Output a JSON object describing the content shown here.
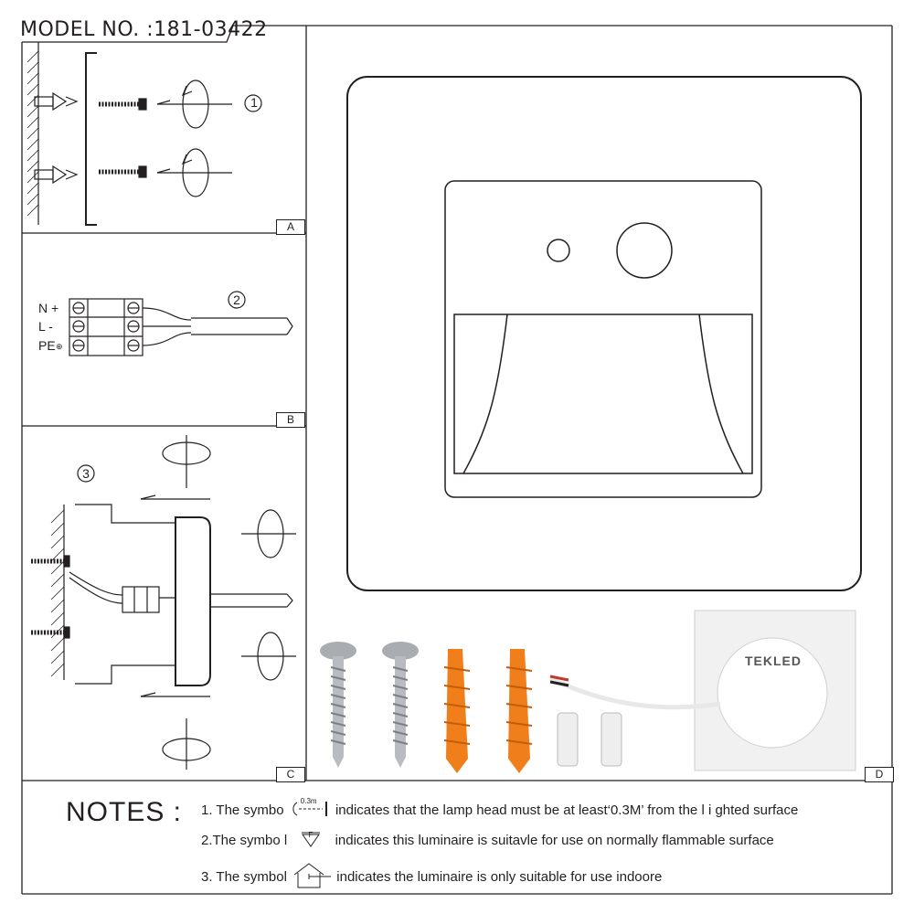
{
  "model_no": "MODEL NO. :181-03422",
  "panels": {
    "a": {
      "label": "A",
      "step": "1"
    },
    "b": {
      "label": "B",
      "step": "2",
      "wires": [
        "N +",
        "L -",
        "PE"
      ]
    },
    "c": {
      "label": "C",
      "step": "3"
    },
    "d": {
      "label": "D",
      "brand": "TEKLED"
    }
  },
  "notes": {
    "title": "NOTES :",
    "items": [
      {
        "prefix": "1. The symbo",
        "icon": "distance-0.3m-icon",
        "icon_text": "0.3m",
        "text": "indicates that the lamp head must be at least‘0.3M’ from the l i ghted surface"
      },
      {
        "prefix": "2.The symbo l",
        "icon": "flammable-surface-icon",
        "icon_text": "F",
        "text": "indicates this luminaire is suitavle for use on normally flammable surface"
      },
      {
        "prefix": "3. The symbol",
        "icon": "indoor-house-icon",
        "text": "indicates the luminaire is only suitable for use indoore"
      }
    ]
  },
  "colors": {
    "line": "#231f20",
    "anchor": "#f07e1a",
    "screw": "#b8bcc0"
  }
}
